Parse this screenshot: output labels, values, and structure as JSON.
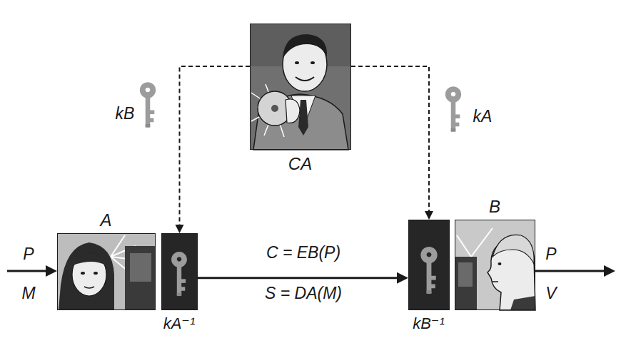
{
  "diagram": {
    "nodes": [
      {
        "text": [
          "CA"
        ]
      },
      {
        "text": [
          "A"
        ]
      },
      {
        "text": [
          "kA⁻¹"
        ]
      },
      {
        "text": [
          "kB⁻¹"
        ]
      },
      {
        "text": [
          "B"
        ]
      }
    ],
    "edges": [
      {
        "from": 0,
        "to": 2,
        "arrow": "to",
        "label": "kB"
      },
      {
        "from": 0,
        "to": 3,
        "arrow": "to",
        "label": "kA"
      },
      {
        "from": 2,
        "to": 3,
        "arrow": "to",
        "label": "C = EB(P)"
      }
    ],
    "labels": [
      "P",
      "M",
      "S = DA(M)",
      "P",
      "V"
    ]
  }
}
